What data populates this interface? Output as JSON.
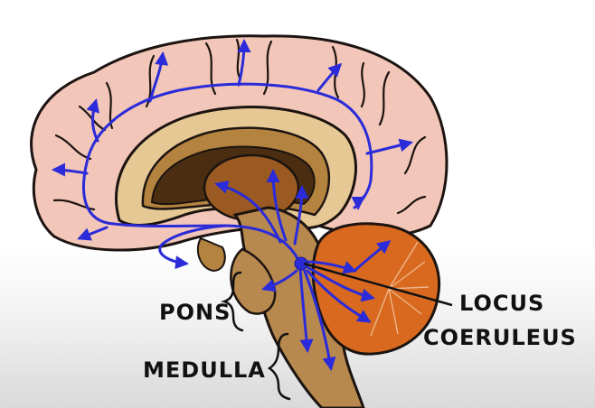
{
  "labels": {
    "pons": "PONS",
    "medulla": "MEDULLA",
    "locus_line1": "LOCUS",
    "locus_line2": "COERULEUS"
  },
  "colors": {
    "cortex": "#f2c6b8",
    "outline": "#1c1410",
    "corpus_callosum": "#e6c894",
    "inner_band": "#b4833f",
    "ventricle": "#4b2e12",
    "thalamus": "#9a5a22",
    "brainstem": "#b8894e",
    "cerebellum": "#d9691f",
    "pathways": "#2b2bd9"
  }
}
